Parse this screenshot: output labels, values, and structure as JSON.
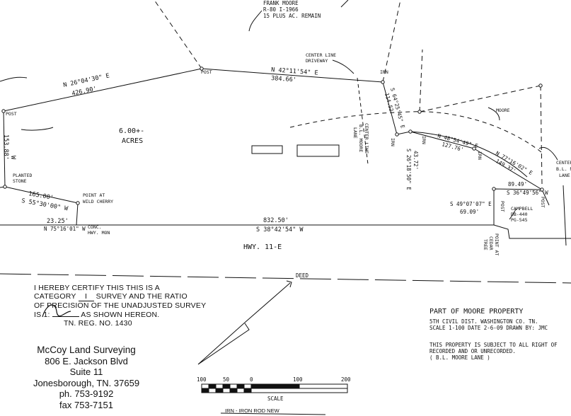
{
  "owner": {
    "name": "FRANK MOORE",
    "record": "R-80  I-1966",
    "remain": "15 PLUS AC. REMAIN"
  },
  "parcel": {
    "area": "6.00+-",
    "unit": "ACRES"
  },
  "bearings": {
    "nw": "N 26°04'30\" E",
    "nw_dist": "426.90'",
    "north": "N 42°11'54\" E",
    "north_dist": "384.66'",
    "east1": "S 64°25'45\" E",
    "east1_dist": "114.52'",
    "c1": "S 26°18'50\" E",
    "c1_dist": "43.72'",
    "c2": "N 48°54'49\" E",
    "c2_dist": "127.76'",
    "c3": "N 77°16'02\" E",
    "c3_dist": "149.37'",
    "west_dist": "153.88'",
    "west_dir": "W",
    "sw_dist": "165.00'",
    "sw": "S 55°30'00\" W",
    "bottom_dist": "832.50'",
    "bottom": "S 38°42'54\" W",
    "conc_dist": "23.25'",
    "conc": "N 75°16'01\" W",
    "lot_top_dist": "89.49'",
    "lot_top": "S 36°49'56\" W",
    "lot_side": "S 49°07'07\" E",
    "lot_side_dist": "69.09'"
  },
  "labels": {
    "post": "POST",
    "irn": "IRN",
    "planted_stone_1": "PLANTED",
    "planted_stone_2": "STONE",
    "wild_cherry_1": "POINT AT",
    "wild_cherry_2": "WILD CHERRY",
    "conc_1": "CONC.",
    "conc_2": "HWY. MON",
    "cl_driveway_1": "CENTER LINE",
    "cl_driveway_2": "DRIVEWAY",
    "cl_lane_1": "CENTER LINE",
    "cl_lane_2": "B.L. MOORE",
    "cl_lane_3": "LANE",
    "moore": "MOORE",
    "center_bl_1": "CENTER",
    "center_bl_2": "B.L. MO",
    "center_bl_3": "LANE",
    "cedar_1": "POINT AT",
    "cedar_2": "CEDAR",
    "cedar_3": "TREE",
    "campbell_1": "CAMPBELL",
    "campbell_2": "DB-440",
    "campbell_3": "PG-545",
    "highway": "HWY. 11-E",
    "deed": "DEED",
    "footer_note": "IRN - IRON ROD NEW"
  },
  "info": {
    "title": "PART OF MOORE PROPERTY",
    "line1": "5TH CIVIL DIST. WASHINGTON CO. TN.",
    "line2": "SCALE 1-100 DATE 2-6-09 DRAWN BY: JMC",
    "note1": "THIS PROPERTY IS SUBJECT TO ALL RIGHT OF",
    "note2": "RECORDED AND OR UNRECORDED.",
    "note3": "( B.L. MOORE LANE )"
  },
  "scale": {
    "t100a": "100",
    "t50": "50",
    "t0": "0",
    "t100b": "100",
    "t200": "200",
    "label": "SCALE"
  },
  "cert": {
    "line1": "I HEREBY CERTIFY THIS THIS IS A",
    "line2a": "CATEGORY",
    "category": "I",
    "line2b": "SURVEY AND THE RATIO",
    "line3": "OF PRECISION OF THE UNADJUSTED SURVEY",
    "line4a": "IS 1:",
    "line4b": "AS SHOWN HEREON.",
    "line5": "TN. REG. NO. 1430"
  },
  "company": {
    "name": "McCoy Land Surveying",
    "street": "806 E. Jackson Blvd",
    "suite": "Suite 11",
    "city": "Jonesborough, TN. 37659",
    "phone": "ph. 753-9192",
    "fax": "fax 753-7151"
  }
}
